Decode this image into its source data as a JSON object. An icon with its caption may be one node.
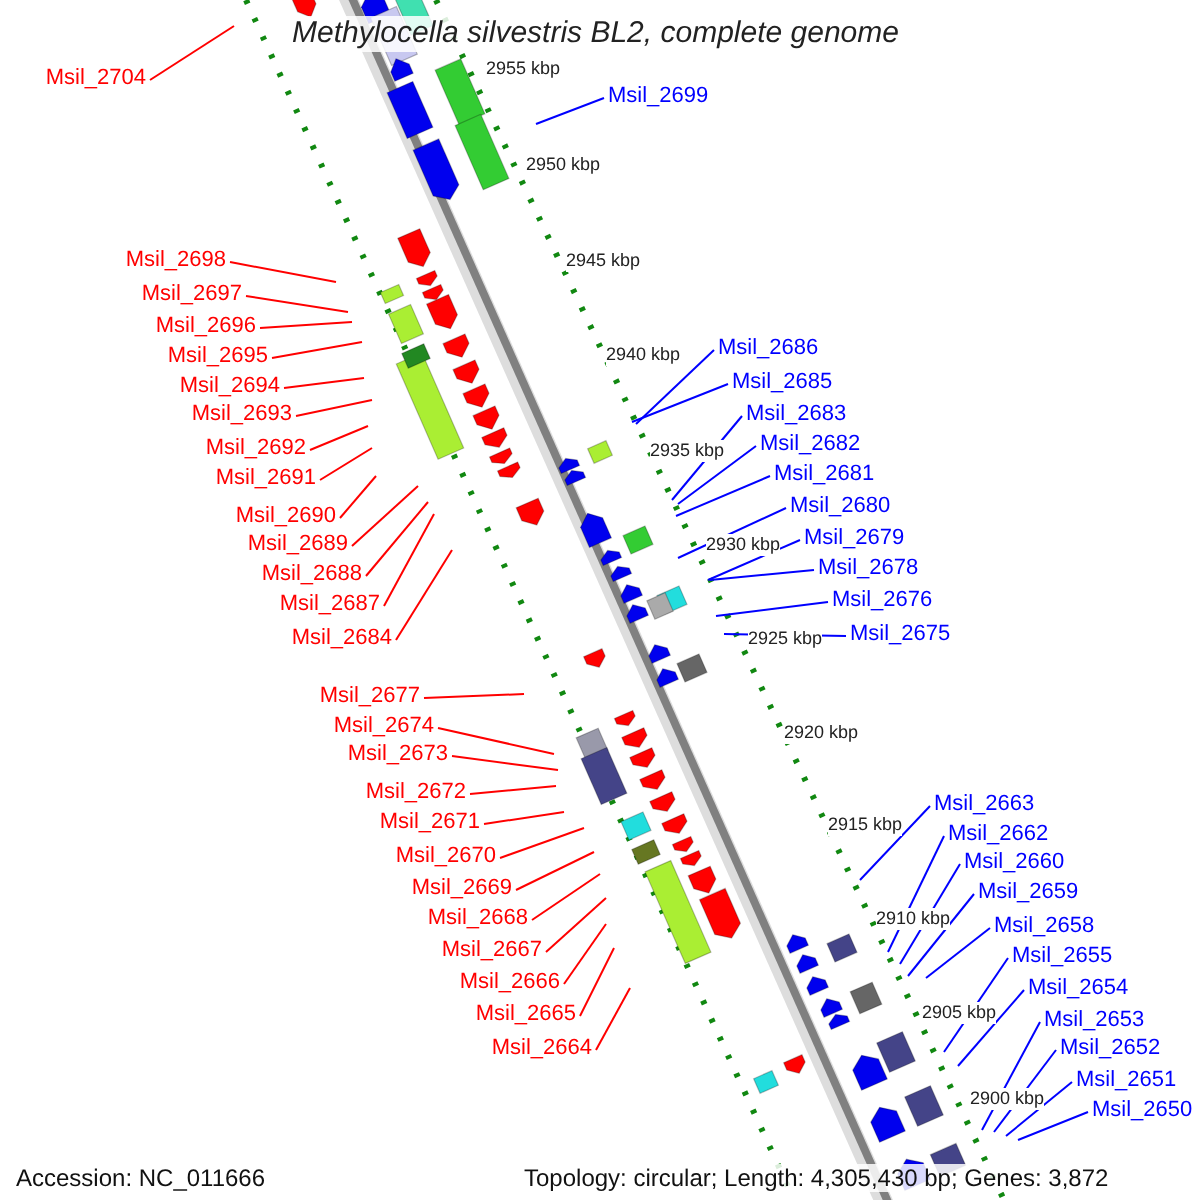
{
  "diagram": {
    "title": "Methylocella silvestris BL2, complete genome",
    "nodes": [
      {
        "text": [
          "Msil_2704"
        ]
      },
      {
        "text": [
          "Msil_2699"
        ]
      },
      {
        "text": [
          "Msil_2698"
        ]
      },
      {
        "text": [
          "Msil_2697"
        ]
      },
      {
        "text": [
          "Msil_2696"
        ]
      },
      {
        "text": [
          "Msil_2695"
        ]
      },
      {
        "text": [
          "Msil_2694"
        ]
      },
      {
        "text": [
          "Msil_2693"
        ]
      },
      {
        "text": [
          "Msil_2692"
        ]
      },
      {
        "text": [
          "Msil_2691"
        ]
      },
      {
        "text": [
          "Msil_2690"
        ]
      },
      {
        "text": [
          "Msil_2689"
        ]
      },
      {
        "text": [
          "Msil_2688"
        ]
      },
      {
        "text": [
          "Msil_2687"
        ]
      },
      {
        "text": [
          "Msil_2684"
        ]
      },
      {
        "text": [
          "Msil_2686"
        ]
      },
      {
        "text": [
          "Msil_2685"
        ]
      },
      {
        "text": [
          "Msil_2683"
        ]
      },
      {
        "text": [
          "Msil_2682"
        ]
      },
      {
        "text": [
          "Msil_2681"
        ]
      },
      {
        "text": [
          "Msil_2680"
        ]
      },
      {
        "text": [
          "Msil_2679"
        ]
      },
      {
        "text": [
          "Msil_2678"
        ]
      },
      {
        "text": [
          "Msil_2676"
        ]
      },
      {
        "text": [
          "Msil_2675"
        ]
      },
      {
        "text": [
          "Msil_2677"
        ]
      },
      {
        "text": [
          "Msil_2674"
        ]
      },
      {
        "text": [
          "Msil_2673"
        ]
      },
      {
        "text": [
          "Msil_2672"
        ]
      },
      {
        "text": [
          "Msil_2671"
        ]
      },
      {
        "text": [
          "Msil_2670"
        ]
      },
      {
        "text": [
          "Msil_2669"
        ]
      },
      {
        "text": [
          "Msil_2668"
        ]
      },
      {
        "text": [
          "Msil_2667"
        ]
      },
      {
        "text": [
          "Msil_2666"
        ]
      },
      {
        "text": [
          "Msil_2665"
        ]
      },
      {
        "text": [
          "Msil_2664"
        ]
      },
      {
        "text": [
          "Msil_2663"
        ]
      },
      {
        "text": [
          "Msil_2662"
        ]
      },
      {
        "text": [
          "Msil_2660"
        ]
      },
      {
        "text": [
          "Msil_2659"
        ]
      },
      {
        "text": [
          "Msil_2658"
        ]
      },
      {
        "text": [
          "Msil_2655"
        ]
      },
      {
        "text": [
          "Msil_2654"
        ]
      },
      {
        "text": [
          "Msil_2653"
        ]
      },
      {
        "text": [
          "Msil_2652"
        ]
      },
      {
        "text": [
          "Msil_2651"
        ]
      },
      {
        "text": [
          "Msil_2650"
        ]
      }
    ],
    "edges": [
      {
        "from": 0,
        "to": null,
        "arrow": "none"
      },
      {
        "from": 1,
        "to": null,
        "arrow": "none",
        "color": "#0000ff"
      },
      {
        "from": 2,
        "to": null,
        "arrow": "none"
      },
      {
        "from": 3,
        "to": null,
        "arrow": "none"
      },
      {
        "from": 4,
        "to": null,
        "arrow": "none"
      },
      {
        "from": 5,
        "to": null,
        "arrow": "none"
      },
      {
        "from": 6,
        "to": null,
        "arrow": "none"
      },
      {
        "from": 7,
        "to": null,
        "arrow": "none"
      },
      {
        "from": 8,
        "to": null,
        "arrow": "none"
      },
      {
        "from": 9,
        "to": null,
        "arrow": "none"
      },
      {
        "from": 10,
        "to": null,
        "arrow": "none"
      },
      {
        "from": 11,
        "to": null,
        "arrow": "none"
      },
      {
        "from": 12,
        "to": null,
        "arrow": "none"
      },
      {
        "from": 13,
        "to": null,
        "arrow": "none"
      },
      {
        "from": 14,
        "to": null,
        "arrow": "none"
      },
      {
        "from": 15,
        "to": null,
        "arrow": "none",
        "color": "#0000ff"
      },
      {
        "from": 16,
        "to": null,
        "arrow": "none",
        "color": "#0000ff"
      },
      {
        "from": 17,
        "to": null,
        "arrow": "none",
        "color": "#0000ff"
      },
      {
        "from": 18,
        "to": null,
        "arrow": "none",
        "color": "#0000ff"
      },
      {
        "from": 19,
        "to": null,
        "arrow": "none",
        "color": "#0000ff"
      },
      {
        "from": 20,
        "to": null,
        "arrow": "none",
        "color": "#0000ff"
      },
      {
        "from": 21,
        "to": null,
        "arrow": "none",
        "color": "#0000ff"
      },
      {
        "from": 22,
        "to": null,
        "arrow": "none",
        "color": "#0000ff"
      },
      {
        "from": 23,
        "to": null,
        "arrow": "none",
        "color": "#0000ff"
      },
      {
        "from": 24,
        "to": null,
        "arrow": "none",
        "color": "#0000ff"
      },
      {
        "from": 25,
        "to": null,
        "arrow": "none"
      },
      {
        "from": 26,
        "to": null,
        "arrow": "none"
      },
      {
        "from": 27,
        "to": null,
        "arrow": "none"
      },
      {
        "from": 28,
        "to": null,
        "arrow": "none"
      },
      {
        "from": 29,
        "to": null,
        "arrow": "none"
      },
      {
        "from": 30,
        "to": null,
        "arrow": "none"
      },
      {
        "from": 31,
        "to": null,
        "arrow": "none"
      },
      {
        "from": 32,
        "to": null,
        "arrow": "none"
      },
      {
        "from": 33,
        "to": null,
        "arrow": "none"
      },
      {
        "from": 34,
        "to": null,
        "arrow": "none"
      },
      {
        "from": 35,
        "to": null,
        "arrow": "none"
      },
      {
        "from": 36,
        "to": null,
        "arrow": "none"
      },
      {
        "from": 37,
        "to": null,
        "arrow": "none",
        "color": "#0000ff"
      },
      {
        "from": 38,
        "to": null,
        "arrow": "none",
        "color": "#0000ff"
      },
      {
        "from": 39,
        "to": null,
        "arrow": "none",
        "color": "#0000ff"
      },
      {
        "from": 40,
        "to": null,
        "arrow": "none",
        "color": "#0000ff"
      },
      {
        "from": 41,
        "to": null,
        "arrow": "none",
        "color": "#0000ff"
      },
      {
        "from": 42,
        "to": null,
        "arrow": "none",
        "color": "#0000ff"
      },
      {
        "from": 43,
        "to": null,
        "arrow": "none",
        "color": "#0000ff"
      },
      {
        "from": 44,
        "to": null,
        "arrow": "none",
        "color": "#0000ff"
      },
      {
        "from": 45,
        "to": null,
        "arrow": "none",
        "color": "#0000ff"
      },
      {
        "from": 46,
        "to": null,
        "arrow": "none",
        "color": "#0000ff"
      },
      {
        "from": 47,
        "to": null,
        "arrow": "none",
        "color": "#0000ff"
      }
    ],
    "labels": [
      "2955 kbp",
      "2950 kbp",
      "2945 kbp",
      "2940 kbp",
      "2935 kbp",
      "2930 kbp",
      "2925 kbp",
      "2920 kbp",
      "2915 kbp",
      "2910 kbp",
      "2905 kbp",
      "2900 kbp",
      "Accession: NC_011666",
      "Topology: circular; Length: 4,305,430 bp; Genes: 3,872"
    ]
  }
}
